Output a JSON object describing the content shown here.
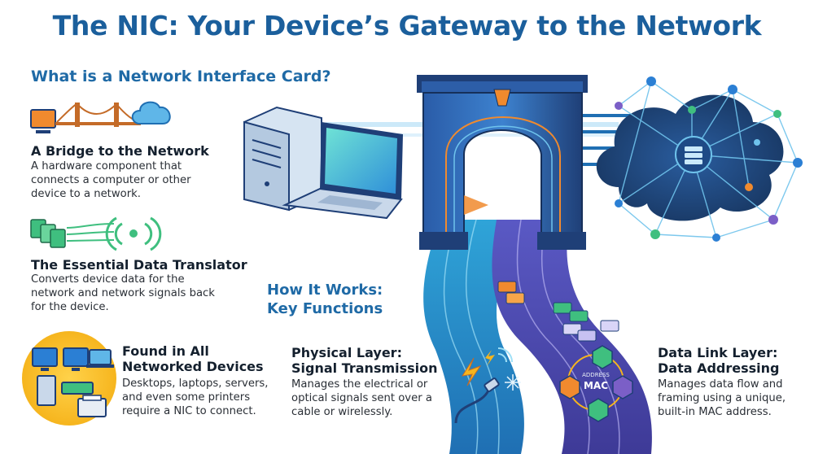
{
  "title": "The NIC: Your Device’s Gateway to the Network",
  "subtitle": "What is a Network Interface Card?",
  "sections": {
    "bridge": {
      "heading": "A Bridge to the Network",
      "description": "A hardware component that connects a computer or other device to a network."
    },
    "translator": {
      "heading": "The Essential Data Translator",
      "description": "Converts device data for the network and network signals back for the device."
    },
    "devices": {
      "heading": "Found in All Networked Devices",
      "description": "Desktops, laptops, servers, and even some printers require a NIC to connect."
    }
  },
  "how_it_works": {
    "heading": "How It Works: Key Functions",
    "physical": {
      "heading": "Physical Layer: Signal Transmission",
      "description": "Manages the electrical or optical signals sent over a cable or wirelessly."
    },
    "data_link": {
      "heading": "Data Link Layer: Data Addressing",
      "description": "Manages data flow and framing using a unique, built-in MAC address.",
      "badge_label": "MAC",
      "badge_caption": "ADDRESS"
    }
  },
  "colors": {
    "title": "#1b5f9c",
    "accent_blue": "#2b7fd4",
    "accent_orange": "#f08a2e",
    "accent_green": "#3fbf7f",
    "accent_purple": "#7b5fc7",
    "gateway_dark": "#1f3f77"
  }
}
